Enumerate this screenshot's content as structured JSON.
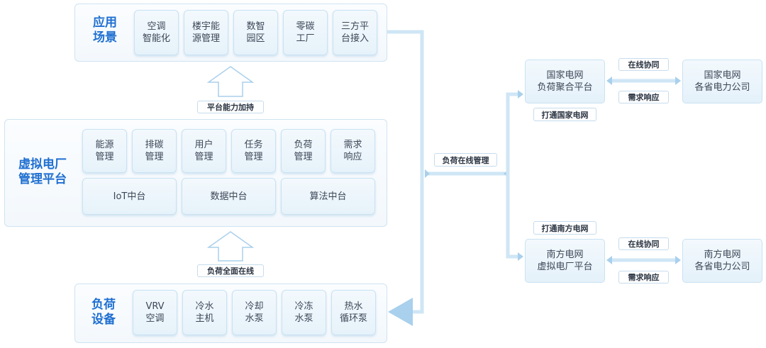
{
  "scenarios": {
    "title": "应用\n场景",
    "items": [
      "空调\n智能化",
      "楼宇能\n源管理",
      "数智\n园区",
      "零碳\n工厂",
      "三方平\n台接入"
    ]
  },
  "platform_support_label": "平台能力加持",
  "vpp": {
    "title": "虚拟电厂\n管理平台",
    "modules": [
      "能源\n管理",
      "排碳\n管理",
      "用户\n管理",
      "任务\n管理",
      "负荷\n管理",
      "需求\n响应"
    ],
    "middle": [
      "IoT中台",
      "数据中台",
      "算法中台"
    ]
  },
  "load_online_label": "负荷全面在线",
  "devices": {
    "title": "负荷\n设备",
    "items": [
      "VRV\n空调",
      "冷水\n主机",
      "冷却\n水泵",
      "冷冻\n水泵",
      "热水\n循环泵"
    ]
  },
  "load_mgmt_label": "负荷在线管理",
  "state_grid": {
    "platform": "国家电网\n负荷聚合平台",
    "companies": "国家电网\n各省电力公司",
    "connect_label": "打通国家电网",
    "collab_label": "在线协同",
    "response_label": "需求响应"
  },
  "southern_grid": {
    "platform": "南方电网\n虚拟电厂平台",
    "companies": "南方电网\n各省电力公司",
    "connect_label": "打通南方电网",
    "collab_label": "在线协同",
    "response_label": "需求响应"
  }
}
